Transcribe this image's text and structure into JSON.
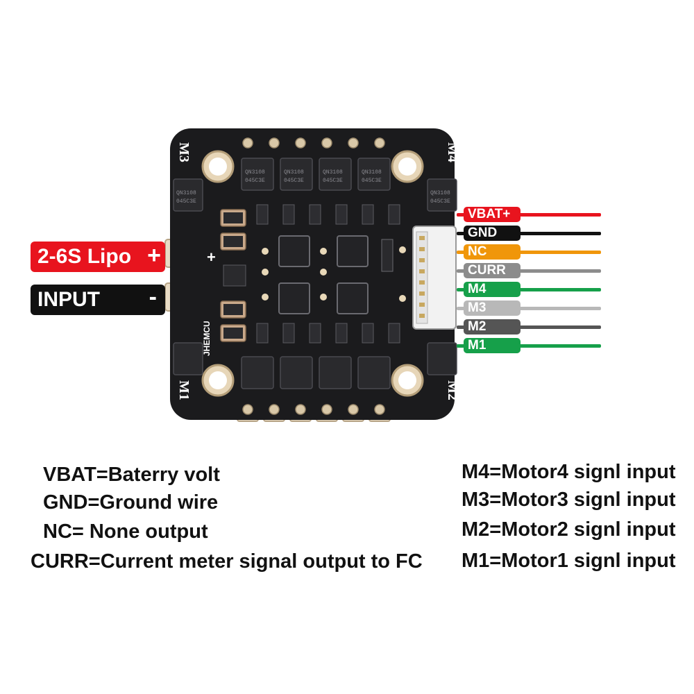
{
  "board": {
    "corner_labels": {
      "top_left": "M3",
      "top_right": "M4",
      "bottom_left": "M1",
      "bottom_right": "M2"
    },
    "chip_marking": "QN3108",
    "chip_code": "045C3E",
    "silk_brand": "JHEMCU",
    "plus_mark": "+"
  },
  "power_input": {
    "positive": {
      "label": "2-6S Lipo",
      "symbol": "+",
      "color": "#e8141e"
    },
    "negative": {
      "label": "INPUT",
      "symbol": "-",
      "color": "#111111"
    }
  },
  "connector_wires": [
    {
      "label": "VBAT+",
      "color": "#e8141e",
      "text_color": "#ffffff"
    },
    {
      "label": "GND",
      "color": "#111111",
      "text_color": "#ffffff"
    },
    {
      "label": "NC",
      "color": "#f0960a",
      "text_color": "#ffffff"
    },
    {
      "label": "CURR",
      "color": "#8c8c8c",
      "text_color": "#ffffff"
    },
    {
      "label": "M4",
      "color": "#16a04a",
      "text_color": "#ffffff"
    },
    {
      "label": "M3",
      "color": "#b8b8b8",
      "text_color": "#ffffff"
    },
    {
      "label": "M2",
      "color": "#555555",
      "text_color": "#ffffff"
    },
    {
      "label": "M1",
      "color": "#16a04a",
      "text_color": "#ffffff"
    }
  ],
  "legend_left": [
    "VBAT=Baterry volt",
    "GND=Ground wire",
    "NC= None output",
    "CURR=Current meter signal output to FC"
  ],
  "legend_right": [
    "M4=Motor4 signl input",
    "M3=Motor3 signl input",
    "M2=Motor2 signl input",
    "M1=Motor1 signl input"
  ]
}
